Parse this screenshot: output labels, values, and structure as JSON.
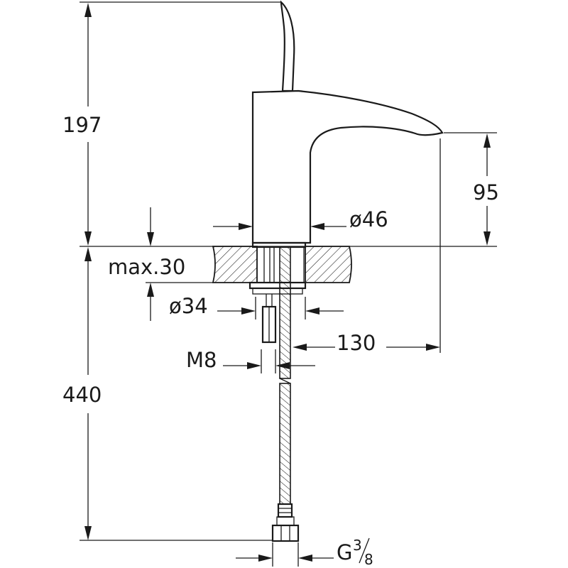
{
  "dimensions": {
    "total_height_top": "197",
    "spout_height": "95",
    "body_diameter": "ø46",
    "max_thickness": "max.30",
    "hole_diameter": "ø34",
    "spout_reach": "130",
    "stud_thread": "M8",
    "total_height_bottom": "440",
    "connection_thread_prefix": "G",
    "connection_thread_num": "3",
    "connection_thread_den": "8"
  }
}
